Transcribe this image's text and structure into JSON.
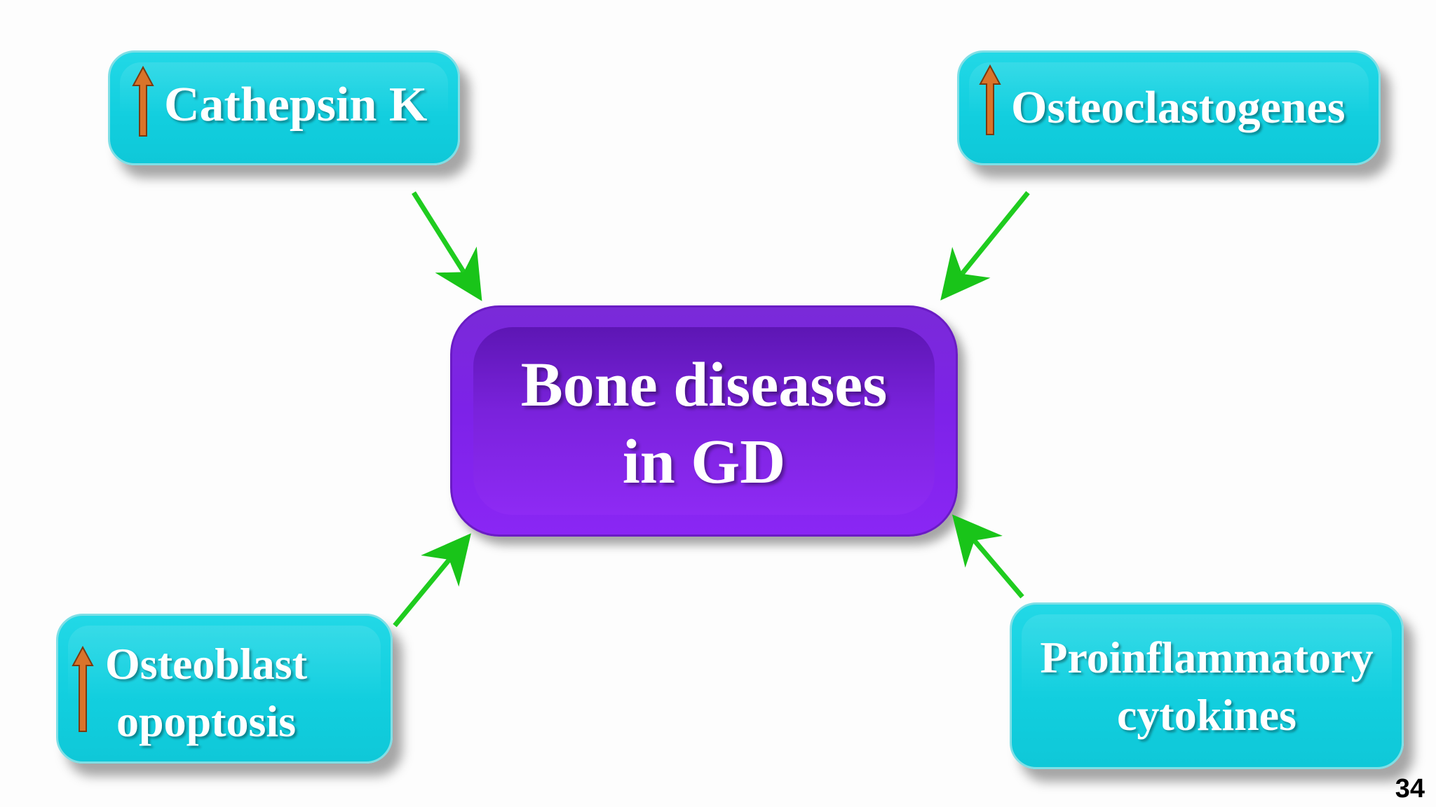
{
  "diagram": {
    "center": {
      "line1": "Bone diseases",
      "line2": "in GD"
    },
    "nodes": {
      "top_left": {
        "label": "Cathepsin K",
        "has_up_arrow": true
      },
      "top_right": {
        "label": "Osteoclastogenes",
        "has_up_arrow": true
      },
      "bottom_left": {
        "line1": "Osteoblast",
        "line2": "opoptosis",
        "has_up_arrow": true
      },
      "bottom_right": {
        "line1": "Proinflammatory",
        "line2": "cytokines",
        "has_up_arrow": false
      }
    },
    "connectors": [
      {
        "from": "top_left",
        "to": "center"
      },
      {
        "from": "top_right",
        "to": "center"
      },
      {
        "from": "bottom_left",
        "to": "center"
      },
      {
        "from": "bottom_right",
        "to": "center"
      }
    ]
  },
  "page_number": "34",
  "colors": {
    "node_fill": "#12cfdf",
    "center_fill": "#7d22e8",
    "connector": "#1fc91f",
    "up_arrow": "#d9742a"
  },
  "icons": {
    "up_arrow": "up-arrow-icon"
  }
}
